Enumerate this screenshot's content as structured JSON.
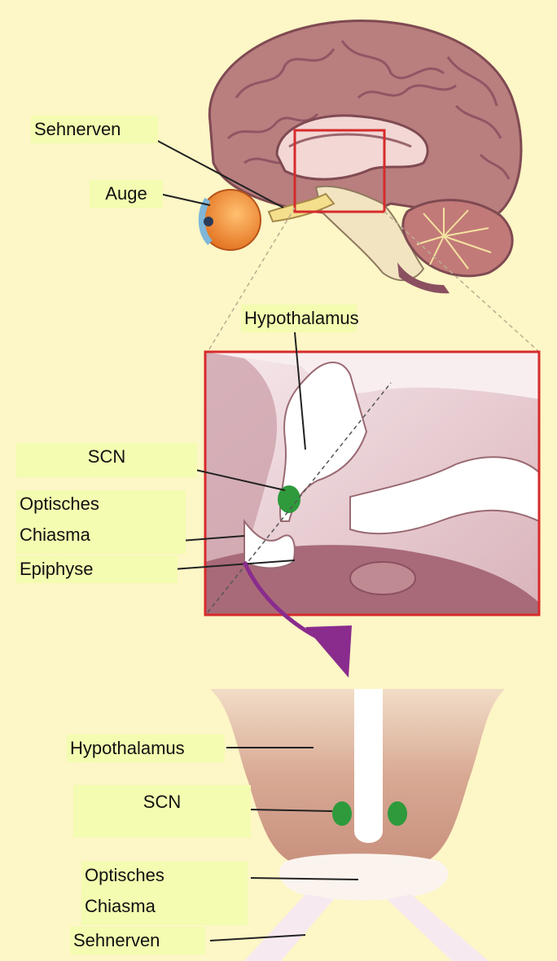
{
  "labels": {
    "top_optic_nerve": "Sehnerven",
    "eye": "Auge",
    "zoom_hypothalamus": "Hypothalamus",
    "zoom_scn": "SCN",
    "zoom_optic_chiasm_line1": "Optisches",
    "zoom_optic_chiasm_line2": "Chiasma",
    "zoom_epiphysis": "Epiphyse",
    "section_hypothalamus": "Hypothalamus",
    "section_scn": "SCN",
    "section_optic_chiasm_line1": "Optisches",
    "section_optic_chiasm_line2": "Chiasma",
    "section_optic_nerve": "Sehnerven"
  },
  "colors": {
    "background": "#fdf6c6",
    "label_background": "#f3fcb0",
    "brain": "#b07a7a",
    "brain_dark": "#7f4a52",
    "zoom_frame": "#d62b2b",
    "scn_green": "#2e9a3c",
    "arrow_purple": "#8a2c8e",
    "eye_orange": "#f08a2a"
  }
}
